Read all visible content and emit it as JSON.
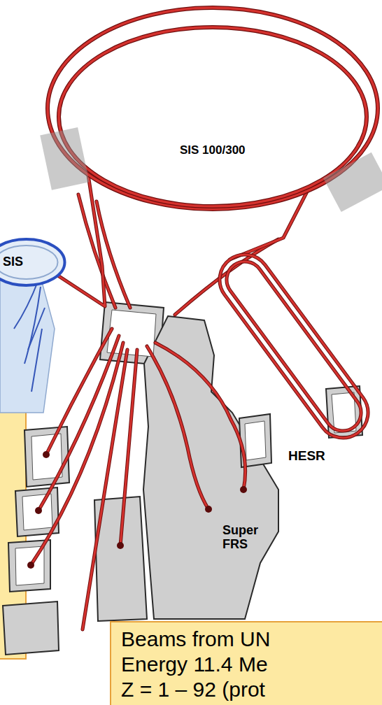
{
  "diagram": {
    "nodes": [
      {
        "text": [
          "SIS 100/300"
        ]
      },
      {
        "text": [
          "SIS"
        ]
      },
      {
        "text": [
          "HESR"
        ]
      },
      {
        "text": [
          "Beams from UN",
          "Energy 11.4 Me",
          "Z = 1 – 92 (prot"
        ]
      }
    ],
    "edges": [
      {
        "from": 1,
        "to": 0,
        "arrow": "none"
      },
      {
        "from": 0,
        "to": 2,
        "arrow": "none"
      }
    ],
    "labels": [
      "Super FRS"
    ]
  }
}
